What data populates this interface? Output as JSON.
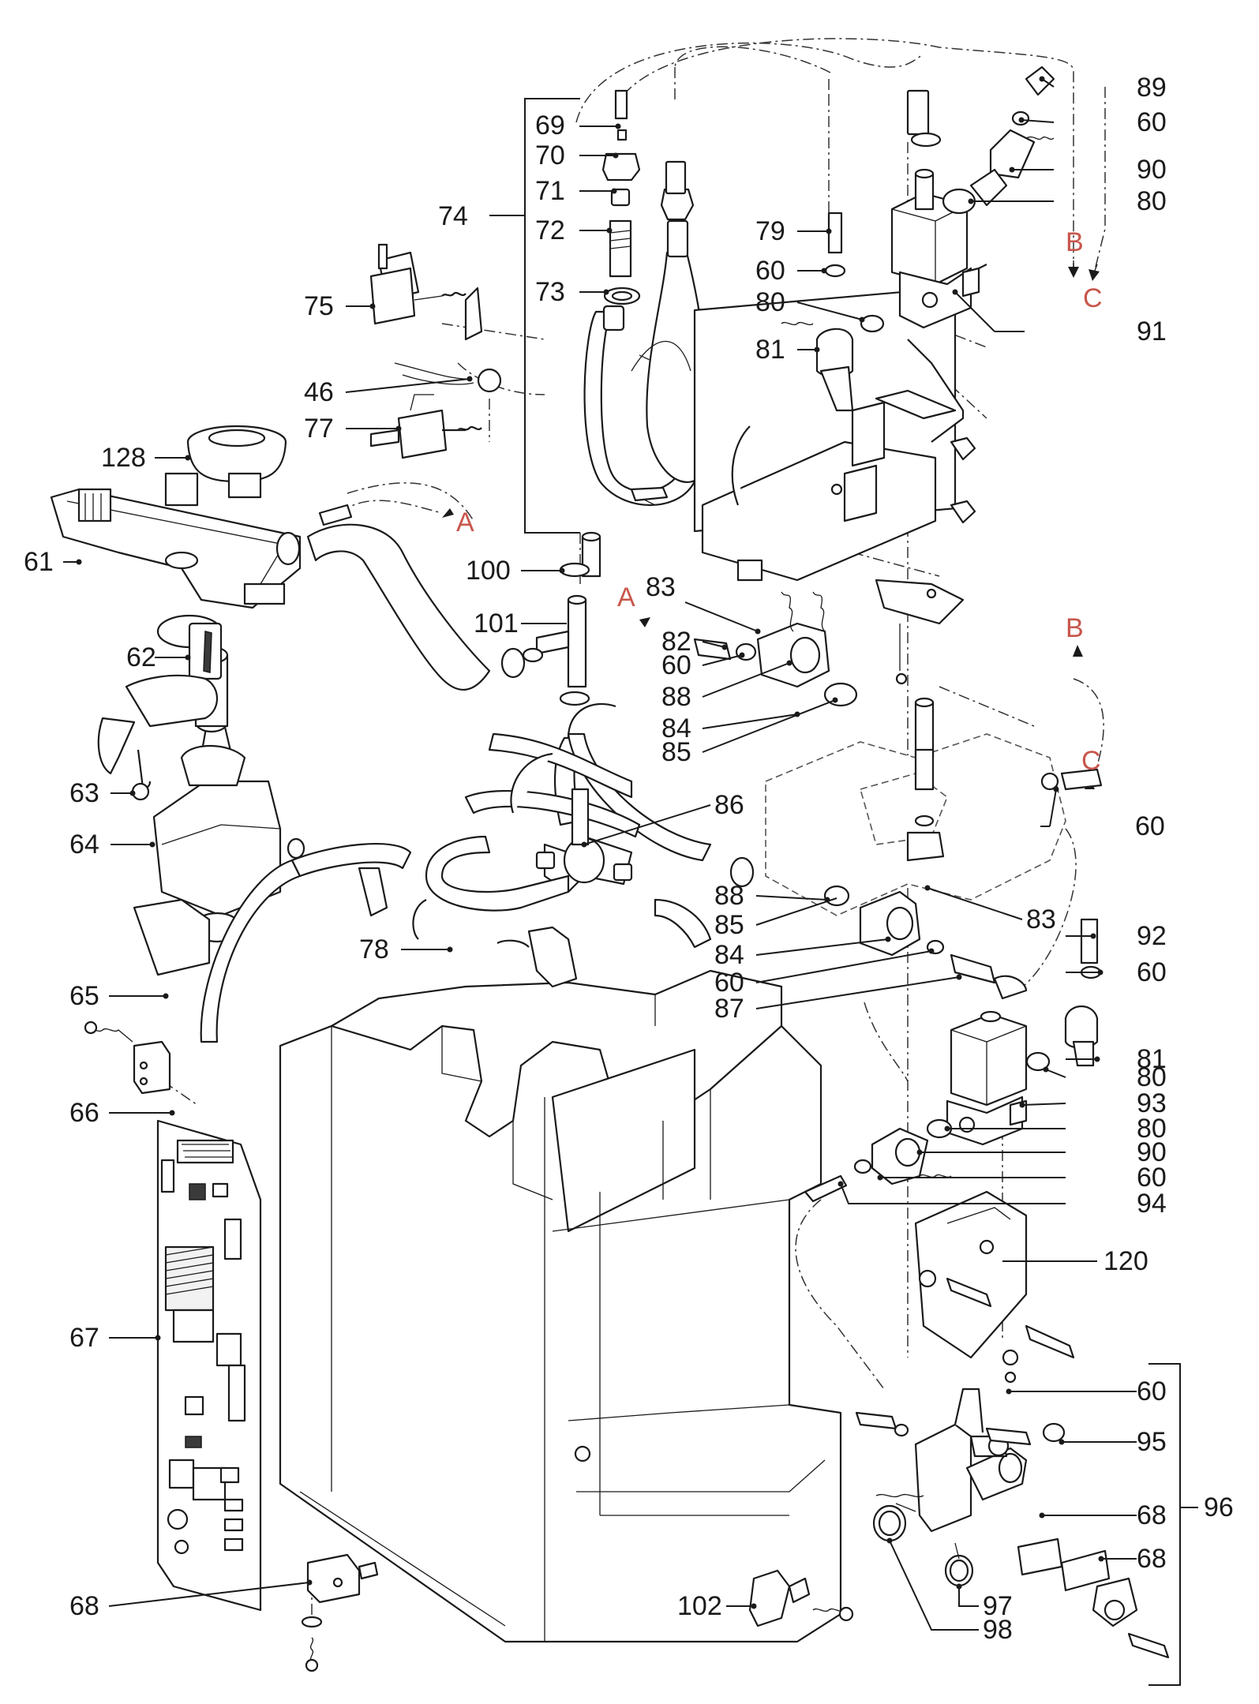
{
  "labels": {
    "p69": "69",
    "p70": "70",
    "p71": "71",
    "p72": "72",
    "p73": "73",
    "p74": "74",
    "p75": "75",
    "p46": "46",
    "p77": "77",
    "p128": "128",
    "p61": "61",
    "p79": "79",
    "p60a": "60",
    "p80a": "80",
    "p81a": "81",
    "p89": "89",
    "p60b": "60",
    "p90a": "90",
    "p80b": "80",
    "p91": "91",
    "p100": "100",
    "p101": "101",
    "p62": "62",
    "p63": "63",
    "p64": "64",
    "p83a": "83",
    "p82": "82",
    "p60c": "60",
    "p88a": "88",
    "p84a": "84",
    "p85a": "85",
    "p86": "86",
    "p60d": "60",
    "p78": "78",
    "p65": "65",
    "p66": "66",
    "p88b": "88",
    "p85b": "85",
    "p84b": "84",
    "p60e": "60",
    "p87": "87",
    "p83b": "83",
    "p92": "92",
    "p60f": "60",
    "p81b": "81",
    "p80c": "80",
    "p93": "93",
    "p80d": "80",
    "p90b": "90",
    "p60g": "60",
    "p94": "94",
    "p120": "120",
    "p67": "67",
    "p60h": "60",
    "p95": "95",
    "p68a": "68",
    "p96": "96",
    "p68b": "68",
    "p97": "97",
    "p98": "98",
    "p68c": "68",
    "p102": "102"
  },
  "connectors": {
    "A1": "A",
    "A2": "A",
    "B1": "B",
    "B2": "B",
    "C1": "C",
    "C2": "C"
  },
  "colors": {
    "line": "#1a1a1a",
    "connector_letter": "#c8564b"
  }
}
